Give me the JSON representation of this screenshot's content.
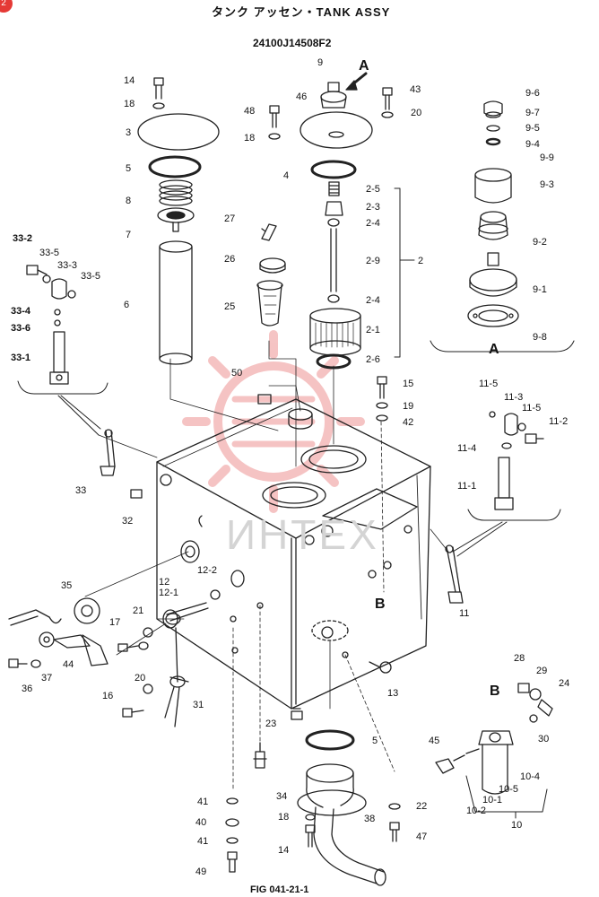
{
  "corner_badge": "2",
  "title": "タンク アッセン・TANK ASSY",
  "part_code": "24100J14508F2",
  "figure_label": "FIG 041-21-1",
  "watermark": "ИНТЕХ",
  "views": {
    "a_arrow": "A",
    "a_section": "A",
    "b_mark": "B",
    "b_filter": "B"
  },
  "callouts": {
    "c_14a": "14",
    "c_18a": "18",
    "c_3": "3",
    "c_5a": "5",
    "c_8": "8",
    "c_7": "7",
    "c_6": "6",
    "c_9": "9",
    "c_43": "43",
    "c_46": "46",
    "c_48": "48",
    "c_20a": "20",
    "c_18b": "18",
    "c_4": "4",
    "c_2_5": "2-5",
    "c_2_3": "2-3",
    "c_2_4a": "2-4",
    "c_2_9": "2-9",
    "c_2": "2",
    "c_2_4b": "2-4",
    "c_2_1": "2-1",
    "c_2_6": "2-6",
    "c_9_6": "9-6",
    "c_9_7": "9-7",
    "c_9_5": "9-5",
    "c_9_4": "9-4",
    "c_9_9": "9-9",
    "c_9_3": "9-3",
    "c_9_2": "9-2",
    "c_9_1": "9-1",
    "c_9_8": "9-8",
    "c_27": "27",
    "c_26": "26",
    "c_25": "25",
    "c_50": "50",
    "c_15": "15",
    "c_19": "19",
    "c_42": "42",
    "c_33_2": "33-2",
    "c_33_5a": "33-5",
    "c_33_3": "33-3",
    "c_33_5b": "33-5",
    "c_33_4": "33-4",
    "c_33_6": "33-6",
    "c_33_1": "33-1",
    "c_33": "33",
    "c_32": "32",
    "c_11_5a": "11-5",
    "c_11_3": "11-3",
    "c_11_5b": "11-5",
    "c_11_2": "11-2",
    "c_11_4": "11-4",
    "c_11_1": "11-1",
    "c_11": "11",
    "c_35": "35",
    "c_12": "12",
    "c_12_1": "12-1",
    "c_12_2": "12-2",
    "c_17": "17",
    "c_21": "21",
    "c_44": "44",
    "c_37": "37",
    "c_36": "36",
    "c_20b": "20",
    "c_16": "16",
    "c_31": "31",
    "c_13": "13",
    "c_23": "23",
    "c_5b": "5",
    "c_28": "28",
    "c_29": "29",
    "c_24": "24",
    "c_30": "30",
    "c_45": "45",
    "c_10_4": "10-4",
    "c_10_5": "10-5",
    "c_10_1": "10-1",
    "c_10_2": "10-2",
    "c_10": "10",
    "c_34": "34",
    "c_41a": "41",
    "c_40": "40",
    "c_41b": "41",
    "c_49": "49",
    "c_18c": "18",
    "c_14b": "14",
    "c_38": "38",
    "c_22": "22",
    "c_47": "47"
  }
}
